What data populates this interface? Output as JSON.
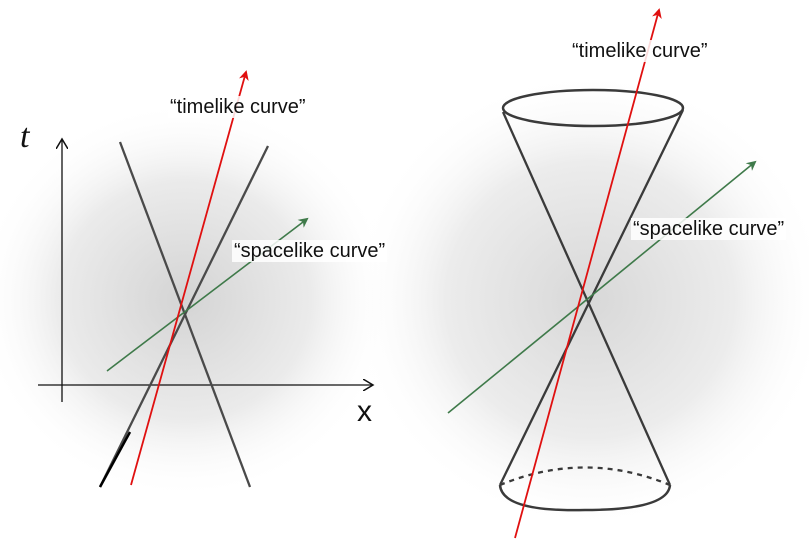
{
  "left_panel": {
    "timelike_label": "“timelike curve”",
    "spacelike_label": "“spacelike curve”",
    "t_axis_label": "t",
    "x_axis_label": "x"
  },
  "right_panel": {
    "timelike_label": "“timelike curve”",
    "spacelike_label": "“spacelike curve”"
  },
  "colors": {
    "timelike": "#e01010",
    "spacelike": "#3f7a4a",
    "cone": "#444444",
    "axis": "#111111"
  }
}
